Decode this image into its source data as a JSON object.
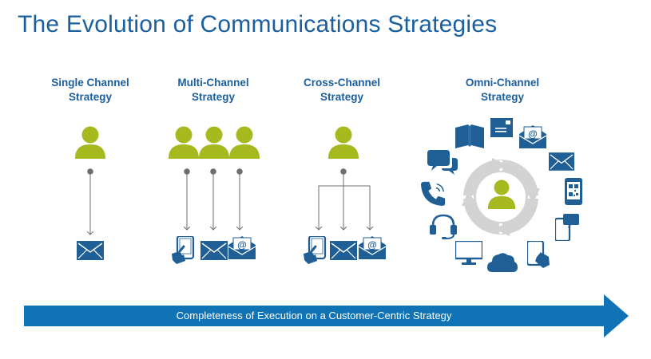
{
  "title": "The Evolution of Communications Strategies",
  "strategies": [
    {
      "line1": "Single Channel",
      "line2": "Strategy"
    },
    {
      "line1": "Multi-Channel",
      "line2": "Strategy"
    },
    {
      "line1": "Cross-Channel",
      "line2": "Strategy"
    },
    {
      "line1": "Omni-Channel",
      "line2": "Strategy"
    }
  ],
  "arrow_label": "Completeness of Execution on a Customer-Centric Strategy",
  "colors": {
    "title": "#1b5f9e",
    "person": "#a6b91e",
    "icon": "#1f5f96",
    "connector": "#6f6f6f",
    "banner": "#0f73b6",
    "cycle": "#d3d3d3"
  },
  "icons": {
    "person": "person-icon",
    "email": "envelope-icon",
    "mobile": "touch-mobile-icon",
    "at_email": "at-envelope-icon",
    "book": "open-book-icon",
    "postal": "postal-letter-icon",
    "qr": "qr-code-phone-icon",
    "sms": "sms-phone-icon",
    "tablet": "touch-tablet-icon",
    "cloud": "cloud-icon",
    "monitor": "desktop-monitor-icon",
    "headset": "headset-icon",
    "phone": "telephone-icon",
    "chat": "chat-bubbles-icon",
    "cycle": "cycle-arrows-icon"
  }
}
